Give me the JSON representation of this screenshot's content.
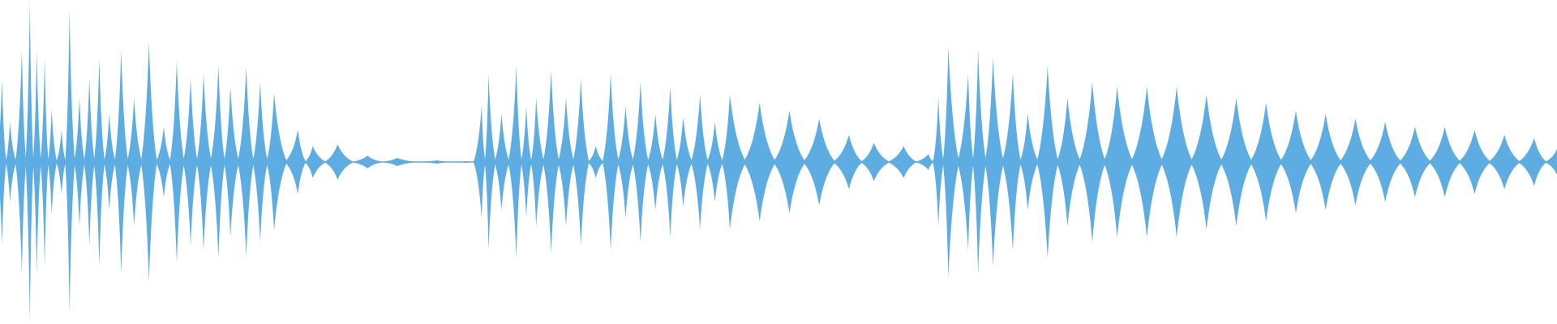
{
  "chart_data": {
    "type": "area",
    "description_of_marks": "",
    "color": "#5dade2",
    "axes_visible": false,
    "grid": false,
    "ylim": [
      -1,
      1
    ],
    "xlim": [
      0,
      1568
    ],
    "peaks": [
      [
        2,
        0.52
      ],
      [
        10,
        0.25
      ],
      [
        22,
        0.7
      ],
      [
        30,
        1.0
      ],
      [
        37,
        0.7
      ],
      [
        45,
        0.65
      ],
      [
        52,
        0.33
      ],
      [
        62,
        0.2
      ],
      [
        70,
        0.95
      ],
      [
        80,
        0.4
      ],
      [
        90,
        0.52
      ],
      [
        100,
        0.65
      ],
      [
        110,
        0.3
      ],
      [
        122,
        0.7
      ],
      [
        135,
        0.4
      ],
      [
        150,
        0.75
      ],
      [
        165,
        0.22
      ],
      [
        178,
        0.63
      ],
      [
        192,
        0.52
      ],
      [
        205,
        0.55
      ],
      [
        220,
        0.6
      ],
      [
        232,
        0.47
      ],
      [
        248,
        0.59
      ],
      [
        262,
        0.5
      ],
      [
        276,
        0.43
      ],
      [
        300,
        0.2
      ],
      [
        315,
        0.1
      ],
      [
        340,
        0.11
      ],
      [
        370,
        0.04
      ],
      [
        400,
        0.025
      ],
      [
        440,
        0.01
      ],
      [
        470,
        0.005
      ],
      [
        485,
        0.35
      ],
      [
        492,
        0.55
      ],
      [
        505,
        0.3
      ],
      [
        520,
        0.6
      ],
      [
        530,
        0.35
      ],
      [
        540,
        0.4
      ],
      [
        555,
        0.57
      ],
      [
        570,
        0.4
      ],
      [
        585,
        0.52
      ],
      [
        600,
        0.1
      ],
      [
        615,
        0.55
      ],
      [
        630,
        0.35
      ],
      [
        645,
        0.5
      ],
      [
        660,
        0.3
      ],
      [
        675,
        0.47
      ],
      [
        688,
        0.28
      ],
      [
        705,
        0.42
      ],
      [
        720,
        0.25
      ],
      [
        735,
        0.42
      ],
      [
        765,
        0.37
      ],
      [
        795,
        0.32
      ],
      [
        825,
        0.27
      ],
      [
        855,
        0.17
      ],
      [
        880,
        0.12
      ],
      [
        910,
        0.1
      ],
      [
        935,
        0.05
      ],
      [
        945,
        0.4
      ],
      [
        955,
        0.72
      ],
      [
        975,
        0.55
      ],
      [
        985,
        0.7
      ],
      [
        1000,
        0.65
      ],
      [
        1020,
        0.55
      ],
      [
        1035,
        0.3
      ],
      [
        1055,
        0.6
      ],
      [
        1075,
        0.4
      ],
      [
        1100,
        0.5
      ],
      [
        1125,
        0.47
      ],
      [
        1155,
        0.47
      ],
      [
        1185,
        0.47
      ],
      [
        1215,
        0.42
      ],
      [
        1245,
        0.4
      ],
      [
        1275,
        0.37
      ],
      [
        1305,
        0.32
      ],
      [
        1335,
        0.3
      ],
      [
        1365,
        0.27
      ],
      [
        1395,
        0.25
      ],
      [
        1425,
        0.22
      ],
      [
        1455,
        0.22
      ],
      [
        1485,
        0.2
      ],
      [
        1515,
        0.17
      ],
      [
        1545,
        0.15
      ],
      [
        1568,
        0.08
      ]
    ]
  }
}
